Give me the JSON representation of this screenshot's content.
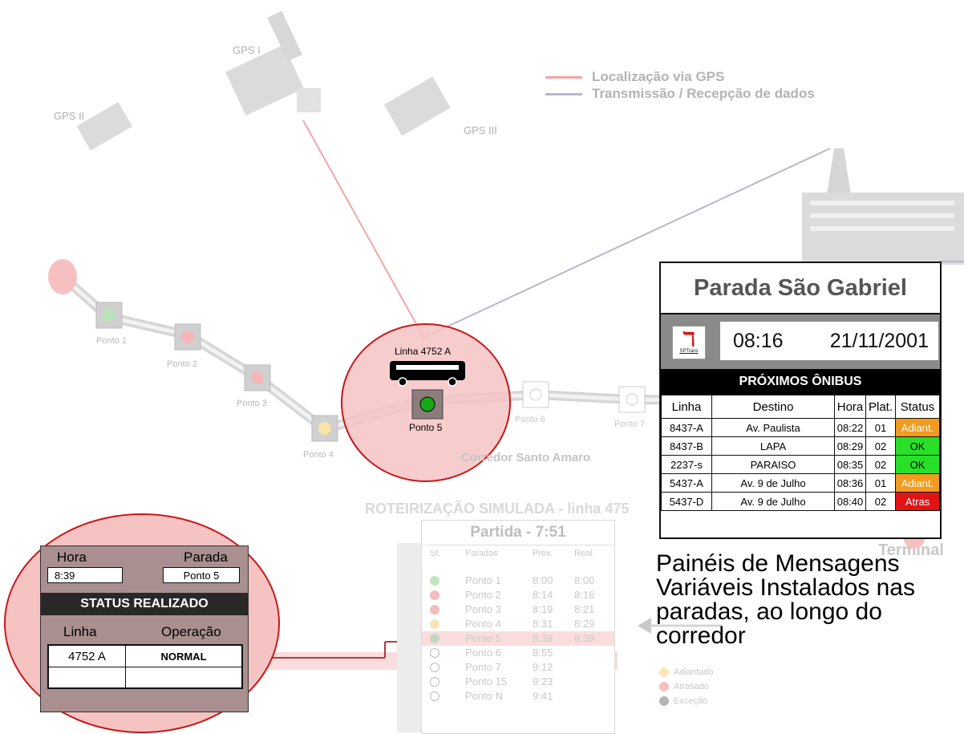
{
  "satellites": {
    "gps1": "GPS I",
    "gps2": "GPS II",
    "gps3": "GPS III"
  },
  "legend": [
    {
      "label": "Localização via GPS",
      "color": "#f0a6a6"
    },
    {
      "label": "Transmissão / Recepção de dados",
      "color": "#b7b7cc"
    }
  ],
  "route": {
    "stops": [
      "Ponto 1",
      "Ponto 2",
      "Ponto 3",
      "Ponto 4",
      "Ponto 5",
      "Ponto 6",
      "Ponto 7"
    ],
    "bus_label": "Linha 4752 A",
    "corridor_label": "Corredor Santo Amaro",
    "simulation_label": "ROTEIRIZAÇÃO SIMULADA - linha 475",
    "terminal_label": "Terminal"
  },
  "panel": {
    "title": "Parada São Gabriel",
    "logo_text": "SPTrans",
    "time": "08:16",
    "date": "21/11/2001",
    "heading": "PRÓXIMOS ÔNIBUS",
    "columns": [
      "Linha",
      "Destino",
      "Hora",
      "Plat.",
      "Status"
    ],
    "rows": [
      {
        "linha": "8437-A",
        "destino": "Av. Paulista",
        "hora": "08:22",
        "plat": "01",
        "status": "Adiant.",
        "status_color": "#f29b1e"
      },
      {
        "linha": "8437-B",
        "destino": "LAPA",
        "hora": "08:29",
        "plat": "02",
        "status": "OK",
        "status_color": "#27e027"
      },
      {
        "linha": "2237-s",
        "destino": "PARAISO",
        "hora": "08:35",
        "plat": "02",
        "status": "OK",
        "status_color": "#27e027"
      },
      {
        "linha": "5437-A",
        "destino": "Av. 9 de Julho",
        "hora": "08:36",
        "plat": "01",
        "status": "Adiant.",
        "status_color": "#f29b1e"
      },
      {
        "linha": "5437-D",
        "destino": "Av. 9 de Julho",
        "hora": "08:40",
        "plat": "02",
        "status": "Atras",
        "status_color": "#e01414"
      }
    ]
  },
  "detail": {
    "hora_label": "Hora",
    "hora_value": "8:39",
    "parada_label": "Parada",
    "parada_value": "Ponto 5",
    "status_heading": "STATUS REALIZADO",
    "linha_label": "Linha",
    "linha_value": "4752 A",
    "operacao_label": "Operação",
    "operacao_value": "NORMAL"
  },
  "schedule": {
    "title": "Partida - 7:51",
    "columns": [
      "St.",
      "Paradas",
      "Prev.",
      "Real."
    ],
    "rows": [
      {
        "parada": "Ponto 1",
        "prev": "8:00",
        "real": "8:00",
        "status_color": "#bfe6bf"
      },
      {
        "parada": "Ponto 2",
        "prev": "8:14",
        "real": "8:16",
        "status_color": "#f4bcbc"
      },
      {
        "parada": "Ponto 3",
        "prev": "8:19",
        "real": "8:21",
        "status_color": "#f4bcbc"
      },
      {
        "parada": "Ponto 4",
        "prev": "8:31",
        "real": "8:29",
        "status_color": "#f7e6b5"
      },
      {
        "parada": "Ponto 5",
        "prev": "8:39",
        "real": "8:39",
        "status_color": "#c5d7c0"
      },
      {
        "parada": "Ponto 6",
        "prev": "8:55",
        "real": "",
        "status_color": ""
      },
      {
        "parada": "Ponto 7",
        "prev": "9:12",
        "real": "",
        "status_color": ""
      },
      {
        "parada": "Ponto 15",
        "prev": "9:23",
        "real": "",
        "status_color": ""
      },
      {
        "parada": "Ponto N",
        "prev": "9:41",
        "real": "",
        "status_color": ""
      }
    ]
  },
  "status_legend": [
    {
      "label": "Adiantado",
      "color": "#fbe7b6"
    },
    {
      "label": "Atrasado",
      "color": "#f7c0c0"
    },
    {
      "label": "Exceção",
      "color": "#b5b5b5"
    }
  ],
  "caption": [
    "Painéis de Mensagens",
    "Variáveis Instalados nas",
    "paradas, ao longo do",
    "corredor"
  ]
}
